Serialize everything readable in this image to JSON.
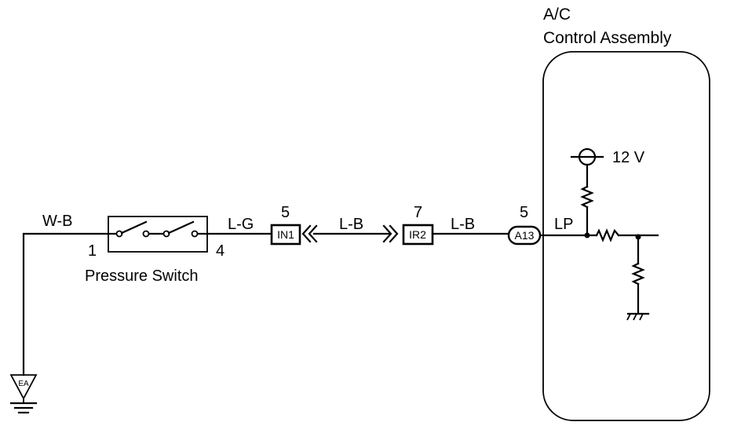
{
  "control_assembly": {
    "title_line1": "A/C",
    "title_line2": "Control Assembly",
    "supply_label": "12 V",
    "terminal_name": "LP"
  },
  "pressure_switch": {
    "label": "Pressure Switch",
    "pin_left": "1",
    "pin_right": "4"
  },
  "wires": {
    "ground_wire": "W-B",
    "switch_to_in1": "L-G",
    "in1_to_ir2": "L-B",
    "ir2_to_a13": "L-B"
  },
  "connectors": {
    "in1": {
      "id": "IN1",
      "pin": "5"
    },
    "ir2": {
      "id": "IR2",
      "pin": "7"
    },
    "a13": {
      "id": "A13",
      "pin": "5"
    }
  },
  "ground": {
    "id": "EA"
  }
}
